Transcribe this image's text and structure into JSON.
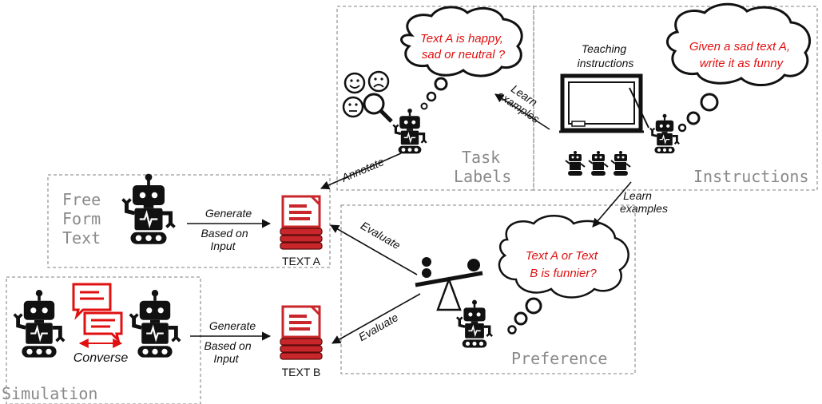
{
  "sections": {
    "free_form_text": [
      "Free",
      "Form",
      "Text"
    ],
    "simulation": "Simulation",
    "task_labels": [
      "Task",
      "Labels"
    ],
    "instructions": "Instructions",
    "preference": "Preference"
  },
  "thoughts": {
    "task_labels": [
      "Text A is happy,",
      "sad or neutral ?"
    ],
    "instructions": [
      "Given a sad text A,",
      "write it as funny"
    ],
    "preference": [
      "Text A or Text",
      "B is funnier?"
    ]
  },
  "labels": {
    "teaching": [
      "Teaching",
      "instructions"
    ],
    "learn_examples_1": [
      "Learn",
      "examples"
    ],
    "learn_examples_2": [
      "Learn",
      "examples"
    ],
    "annotate": "Annotate",
    "evaluate_a": "Evaluate",
    "evaluate_b": "Evaluate",
    "generate_1": "Generate",
    "based_on_input_1": [
      "Based on",
      "Input"
    ],
    "generate_2": "Generate",
    "based_on_input_2": [
      "Based on",
      "Input"
    ],
    "converse": "Converse",
    "text_a": "TEXT A",
    "text_b": "TEXT B"
  },
  "colors": {
    "accent_red": "#e01010",
    "doc_red": "#c8262a",
    "section_gray": "#8a8a8a",
    "robot": "#111111"
  }
}
